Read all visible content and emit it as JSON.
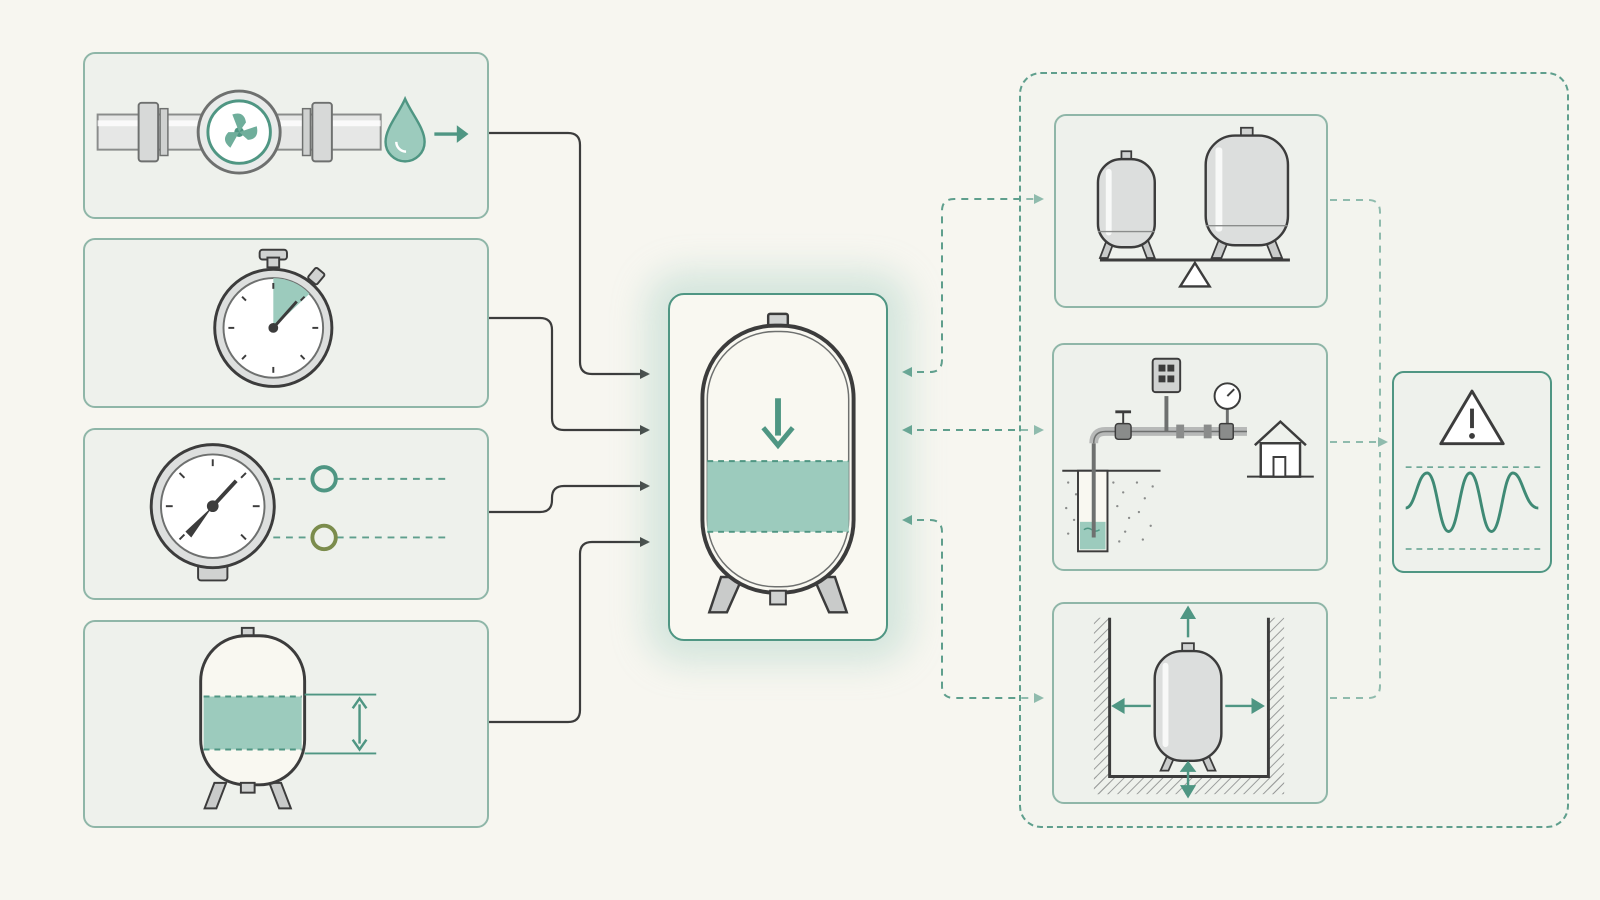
{
  "colors": {
    "background": "#f7f6f0",
    "panel_fill": "#eef1ec",
    "panel_border": "#8fb6a8",
    "accent_teal": "#4f9683",
    "water_fill": "#9ccbbd",
    "line_dark": "#3c3c3c",
    "dashed_teal": "#5f9f8d",
    "steel_light": "#e6e7e6",
    "steel_dark": "#8a8c8b"
  },
  "inputs": [
    {
      "id": "flow",
      "icons": [
        "pipe-icon",
        "flow-meter-icon",
        "water-drop-icon",
        "arrow-right-icon"
      ]
    },
    {
      "id": "cycle-time",
      "icons": [
        "stopwatch-icon"
      ]
    },
    {
      "id": "pressure",
      "icons": [
        "pressure-gauge-icon",
        "setpoint-marker-icon"
      ]
    },
    {
      "id": "drawdown",
      "icons": [
        "tank-icon",
        "double-arrow-icon"
      ]
    }
  ],
  "center": {
    "icons": [
      "expansion-tank-icon",
      "down-arrow-icon"
    ],
    "water_level_fraction": 0.3
  },
  "considerations": [
    {
      "id": "tank-comparison",
      "icons": [
        "small-tank-icon",
        "large-tank-icon",
        "balance-scale-icon"
      ]
    },
    {
      "id": "system-layout",
      "icons": [
        "well-icon",
        "pressure-switch-icon",
        "pressure-gauge-icon",
        "house-icon"
      ]
    },
    {
      "id": "installation-space",
      "icons": [
        "tank-icon",
        "clearance-arrows-icon",
        "wall-hatch-icon"
      ]
    }
  ],
  "outcome": {
    "icons": [
      "warning-icon",
      "pressure-wave-icon"
    ]
  }
}
